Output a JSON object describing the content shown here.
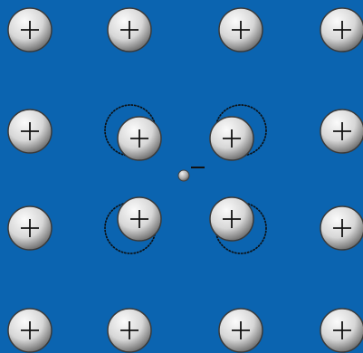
{
  "diagram": {
    "background_color": "#0B64B0",
    "ion_fill_light": "#FBFBFB",
    "ion_fill_dark": "#6E6E6E",
    "ion_outline": "#3A3A3A",
    "dotted_outline": "#0D0D0D",
    "electron_color": "#8A8A8A",
    "ion_charge_symbol": "+",
    "electron_charge_symbol": "−",
    "lattice": {
      "rows": 4,
      "columns": 4,
      "ion_count": 16,
      "displaced_ion_count": 4,
      "electron_count": 1
    }
  }
}
